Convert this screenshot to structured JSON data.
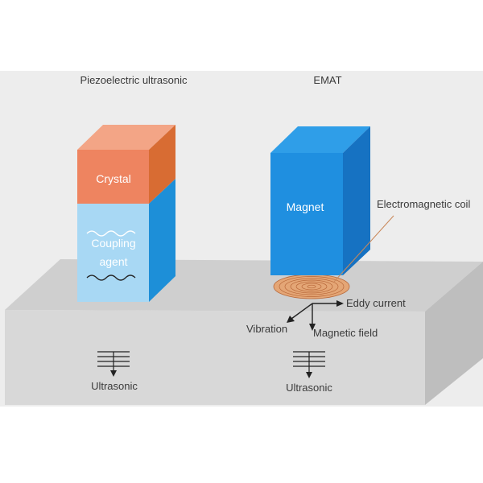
{
  "titles": {
    "piezo": "Piezoelectric ultrasonic",
    "emat": "EMAT"
  },
  "piezo_probe": {
    "crystal": "Crystal",
    "coupling_line1": "Coupling",
    "coupling_line2": "agent",
    "ultrasonic": "Ultrasonic"
  },
  "emat_probe": {
    "magnet": "Magnet",
    "coil": "Electromagnetic coil",
    "eddy": "Eddy current",
    "vibration": "Vibration",
    "magnetic_field": "Magnetic field",
    "ultrasonic": "Ultrasonic"
  },
  "colors": {
    "background_band": "#ededed",
    "specimen_top": "#cdcdcd",
    "specimen_front": "#d6d6d6",
    "specimen_side": "#bdbdbd",
    "crystal_front": "#ee8460",
    "crystal_top": "#f3a586",
    "crystal_side": "#d86c33",
    "coupling_front": "#a8d8f4",
    "coupling_side": "#1d8fd8",
    "magnet_front": "#1f8fe0",
    "magnet_top": "#2f9ee8",
    "magnet_side": "#1672c2",
    "coil": "#e0a070"
  }
}
